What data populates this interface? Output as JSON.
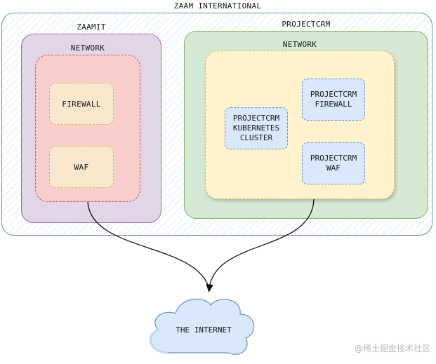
{
  "diagram": {
    "outer_title": "ZAAM INTERNATIONAL",
    "zaamit": {
      "title": "ZAAMIT",
      "network_title": "NETWORK",
      "firewall_label": "FIREWALL",
      "waf_label": "WAF"
    },
    "projectcrm": {
      "title": "PROJECTCRM",
      "network_title": "NETWORK",
      "kubernetes_label": "PROJECTCRM\nKUBERNETES\nCLUSTER",
      "firewall_label": "PROJECTCRM\nFIREWALL",
      "waf_label": "PROJECTCRM\nWAF"
    },
    "internet_label": "THE INTERNET"
  },
  "watermark": "@稀土掘金技术社区",
  "colors": {
    "zaam_border": "#6c8ebf",
    "zaamit_fill": "#e1d5e7",
    "zaamit_network_fill": "#f8cecc",
    "projectcrm_fill": "#d5e8d4",
    "projectcrm_network_fill": "#fff2cc",
    "crm_component_fill": "#dae8fc",
    "cloud_fill": "#dae8fc"
  }
}
